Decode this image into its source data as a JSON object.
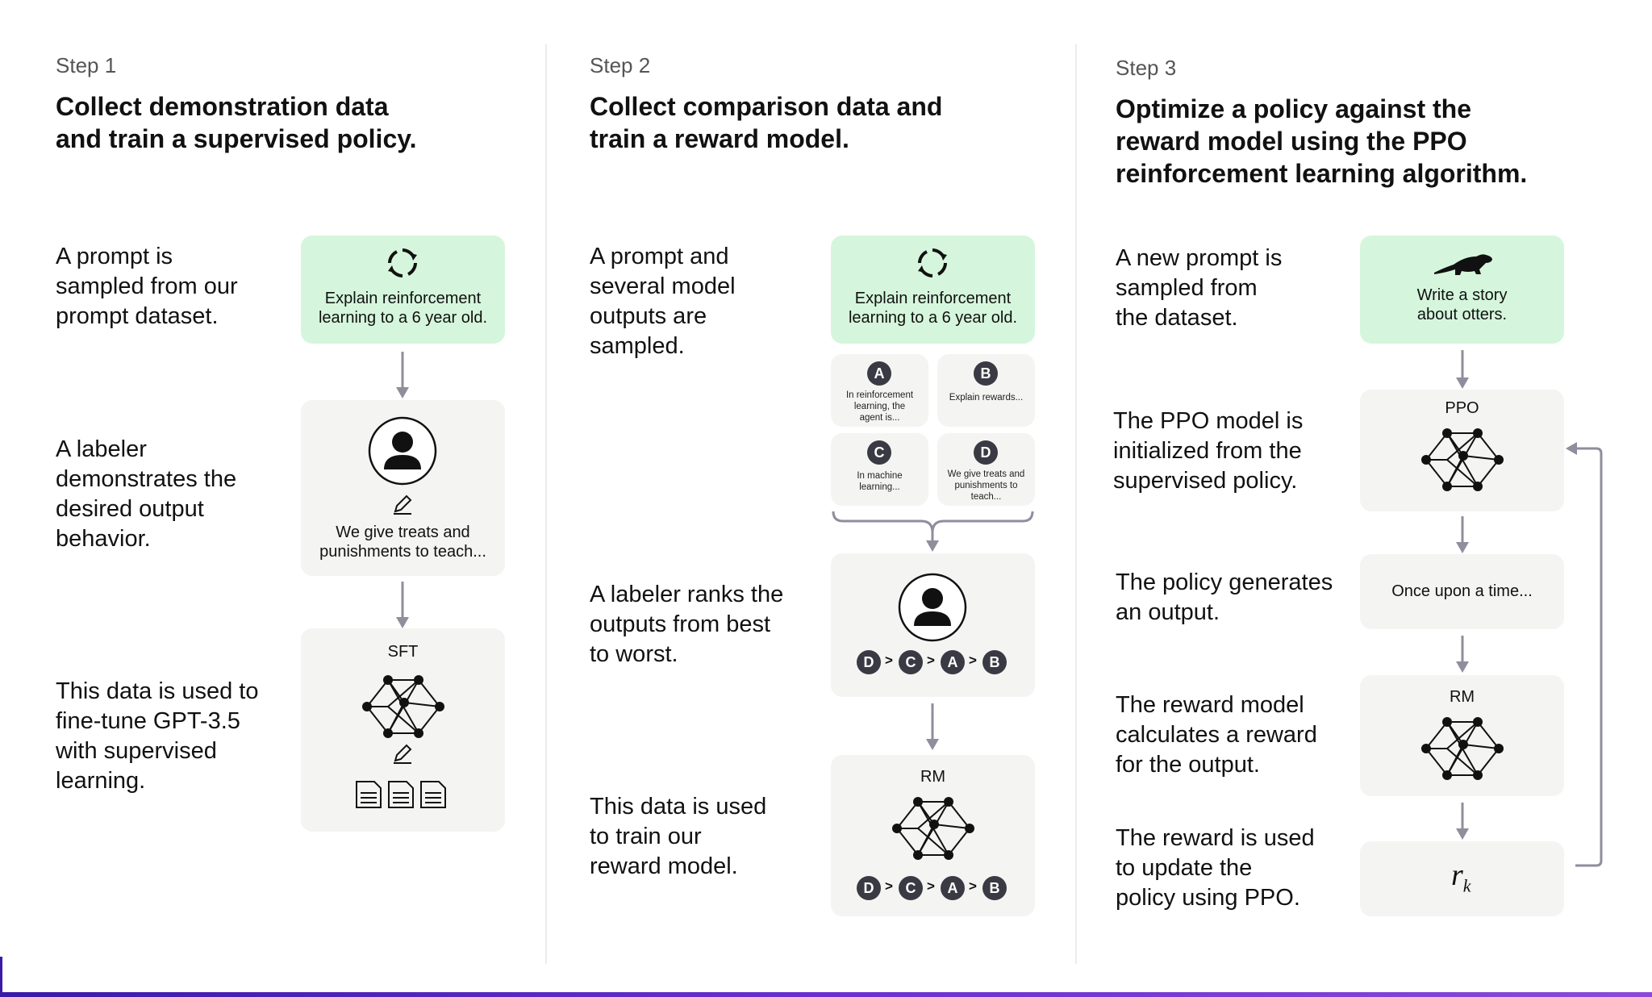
{
  "step1": {
    "label": "Step 1",
    "title_line1": "Collect demonstration data",
    "title_line2": "and train a supervised policy.",
    "desc1": [
      "A prompt is",
      "sampled from our",
      "prompt dataset."
    ],
    "desc2": [
      "A labeler",
      "demonstrates the",
      "desired output",
      "behavior."
    ],
    "desc3": [
      "This data is used to",
      "fine-tune GPT-3.5",
      "with supervised",
      "learning."
    ],
    "prompt_line1": "Explain reinforcement",
    "prompt_line2": "learning to a 6 year old.",
    "demo_line1": "We give treats and",
    "demo_line2": "punishments to teach...",
    "model_label": "SFT"
  },
  "step2": {
    "label": "Step 2",
    "title_line1": "Collect comparison data and",
    "title_line2": "train a reward model.",
    "desc1": [
      "A prompt and",
      "several model",
      "outputs are",
      "sampled."
    ],
    "desc2": [
      "A labeler ranks the",
      "outputs from best",
      "to worst."
    ],
    "desc3": [
      "This data is used",
      "to train our",
      "reward model."
    ],
    "prompt_line1": "Explain reinforcement",
    "prompt_line2": "learning to a 6 year old.",
    "outputs": [
      {
        "letter": "A",
        "text": [
          "In reinforcement",
          "learning, the",
          "agent is..."
        ]
      },
      {
        "letter": "B",
        "text": [
          "Explain rewards..."
        ]
      },
      {
        "letter": "C",
        "text": [
          "In machine",
          "learning..."
        ]
      },
      {
        "letter": "D",
        "text": [
          "We give treats and",
          "punishments to",
          "teach..."
        ]
      }
    ],
    "ranking": [
      "D",
      "C",
      "A",
      "B"
    ],
    "gt": ">",
    "model_label": "RM"
  },
  "step3": {
    "label": "Step 3",
    "title_line1": "Optimize a policy against the",
    "title_line2": "reward model using the PPO",
    "title_line3": "reinforcement learning algorithm.",
    "desc1": [
      "A new prompt is",
      "sampled from",
      "the dataset."
    ],
    "desc2": [
      "The PPO model is",
      "initialized from the",
      "supervised policy."
    ],
    "desc3": [
      "The policy generates",
      "an output."
    ],
    "desc4": [
      "The reward model",
      "calculates a reward",
      "for the output."
    ],
    "desc5": [
      "The reward is used",
      "to update the",
      "policy using PPO."
    ],
    "prompt_line1": "Write a story",
    "prompt_line2": "about otters.",
    "ppo_label": "PPO",
    "output_text": "Once upon a time...",
    "rm_label": "RM",
    "reward_symbol": "r",
    "reward_sub": "k"
  },
  "colors": {
    "green_card": "#d5f6dc",
    "gray_card": "#f4f4f2",
    "arrow": "#8e8e9c",
    "badge": "#3a3a44"
  }
}
